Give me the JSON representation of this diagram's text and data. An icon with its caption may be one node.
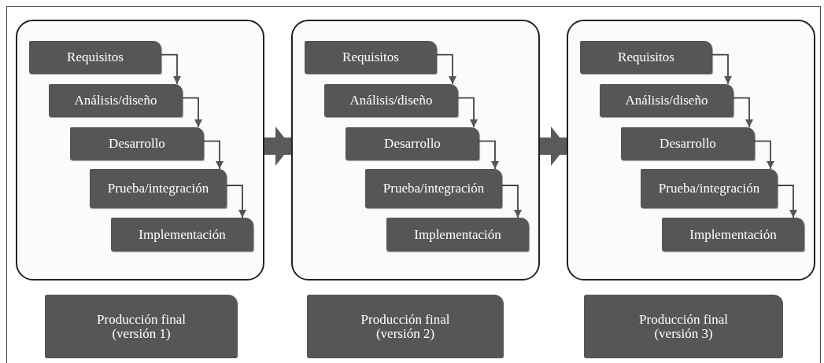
{
  "diagram": {
    "nodes": [
      {
        "text": [],
        "shape": "box"
      },
      {
        "text": [
          "Requisitos"
        ],
        "in": 0
      },
      {
        "text": [
          "Análisis/diseño"
        ],
        "in": 0
      },
      {
        "text": [
          "Desarrollo"
        ],
        "in": 0
      },
      {
        "text": [
          "Prueba/integración"
        ],
        "in": 0
      },
      {
        "text": [
          "Implementación"
        ],
        "in": 0
      },
      {
        "text": [
          "Producción final (versión 1)"
        ]
      },
      {
        "text": [],
        "shape": "box"
      },
      {
        "text": [
          "Requisitos"
        ],
        "in": 7
      },
      {
        "text": [
          "Análisis/diseño"
        ],
        "in": 7
      },
      {
        "text": [
          "Desarrollo"
        ],
        "in": 7
      },
      {
        "text": [
          "Prueba/integración"
        ],
        "in": 7
      },
      {
        "text": [
          "Implementación"
        ],
        "in": 7
      },
      {
        "text": [
          "Producción final (versión 2)"
        ]
      },
      {
        "text": [],
        "shape": "box"
      },
      {
        "text": [
          "Requisitos"
        ],
        "in": 14
      },
      {
        "text": [
          "Análisis/diseño"
        ],
        "in": 14
      },
      {
        "text": [
          "Desarrollo"
        ],
        "in": 14
      },
      {
        "text": [
          "Prueba/integración"
        ],
        "in": 14
      },
      {
        "text": [
          "Implementación"
        ],
        "in": 14
      },
      {
        "text": [
          "Producción final (versión 3)"
        ]
      }
    ],
    "edges": [
      {
        "from": 1,
        "to": 2,
        "arrow": "to"
      },
      {
        "from": 2,
        "to": 3,
        "arrow": "to"
      },
      {
        "from": 3,
        "to": 4,
        "arrow": "to"
      },
      {
        "from": 4,
        "to": 5,
        "arrow": "to"
      },
      {
        "from": 0,
        "to": 7,
        "arrow": "to",
        "style": "thick",
        "color": "#5a5a5a"
      },
      {
        "from": 8,
        "to": 9,
        "arrow": "to"
      },
      {
        "from": 9,
        "to": 10,
        "arrow": "to"
      },
      {
        "from": 10,
        "to": 11,
        "arrow": "to"
      },
      {
        "from": 11,
        "to": 12,
        "arrow": "to"
      },
      {
        "from": 7,
        "to": 14,
        "arrow": "to",
        "style": "thick",
        "color": "#5a5a5a"
      },
      {
        "from": 15,
        "to": 16,
        "arrow": "to"
      },
      {
        "from": 16,
        "to": 17,
        "arrow": "to"
      },
      {
        "from": 17,
        "to": 18,
        "arrow": "to"
      },
      {
        "from": 18,
        "to": 19,
        "arrow": "to"
      }
    ]
  }
}
